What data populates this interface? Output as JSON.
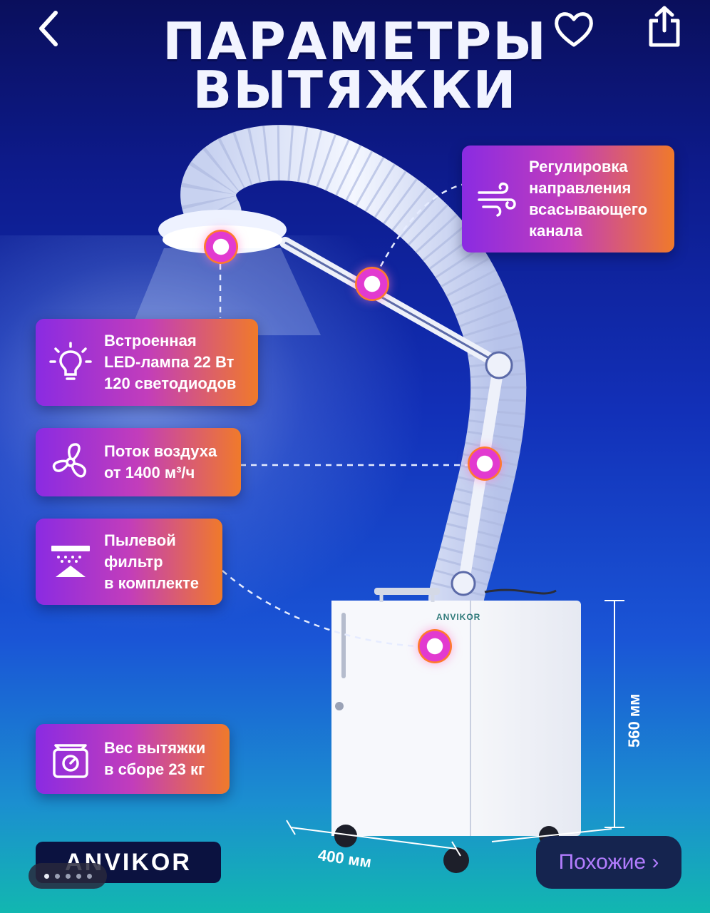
{
  "title": {
    "line1": "ПАРАМЕТРЫ",
    "line2": "ВЫТЯЖКИ"
  },
  "nav": {
    "back_icon": "chevron-left-icon",
    "favorite_icon": "heart-icon",
    "share_icon": "share-icon"
  },
  "features": [
    {
      "icon": "wind-icon",
      "text": "Регулировка\nнаправления\nвсасывающего\nканала"
    },
    {
      "icon": "light-bulb-icon",
      "text": "Встроенная\nLED-лампа 22 Вт\n120 светодиодов"
    },
    {
      "icon": "fan-icon",
      "text": "Поток воздуха\nот 1400 м³/ч"
    },
    {
      "icon": "filter-icon",
      "text": "Пылевой\nфильтр\nв комплекте"
    },
    {
      "icon": "scale-icon",
      "text": "Вес вытяжки\nв сборе 23 кг"
    }
  ],
  "product": {
    "label": "ANVIKOR"
  },
  "dimensions": {
    "height": "560 мм",
    "width": "400 мм"
  },
  "brand_logo": "ANVIKOR",
  "similar_button": "Похожие ›",
  "pager": {
    "count": 5,
    "active_index": 0
  },
  "colors": {
    "card_start": "#8a2be2",
    "card_end": "#f07a2a",
    "accent_button_text": "#b27dff"
  }
}
